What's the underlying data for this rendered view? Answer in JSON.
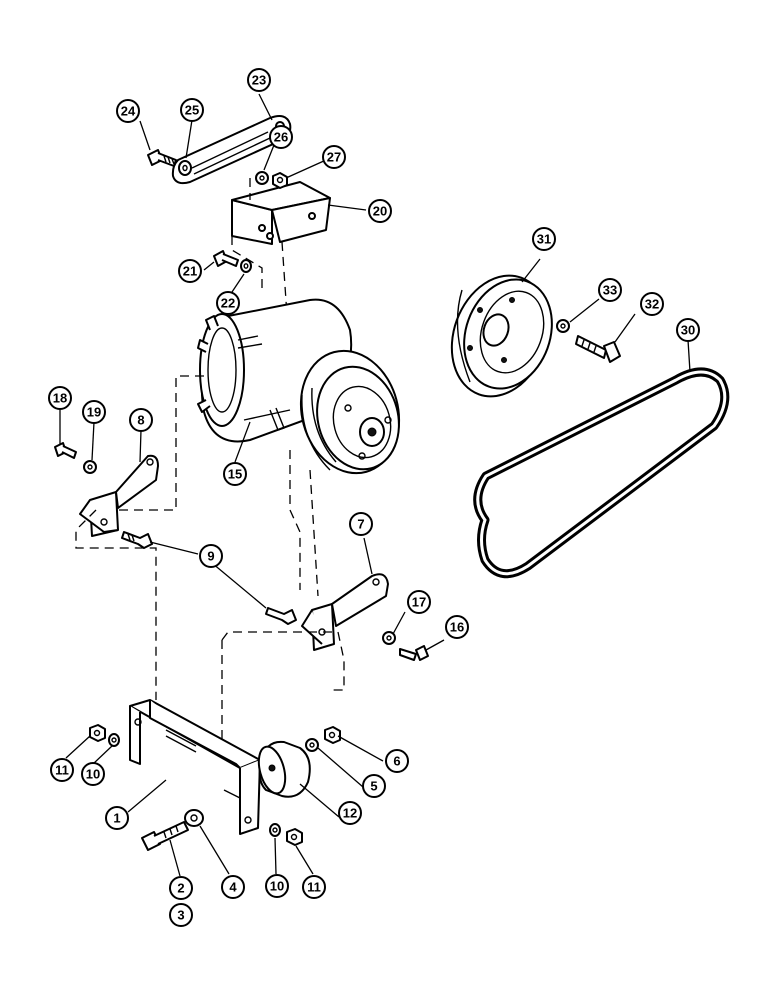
{
  "diagram": {
    "callouts": [
      {
        "id": "c24",
        "label": "24"
      },
      {
        "id": "c25",
        "label": "25"
      },
      {
        "id": "c23",
        "label": "23"
      },
      {
        "id": "c26",
        "label": "26"
      },
      {
        "id": "c27",
        "label": "27"
      },
      {
        "id": "c20",
        "label": "20"
      },
      {
        "id": "c21",
        "label": "21"
      },
      {
        "id": "c22",
        "label": "22"
      },
      {
        "id": "c31",
        "label": "31"
      },
      {
        "id": "c33",
        "label": "33"
      },
      {
        "id": "c32",
        "label": "32"
      },
      {
        "id": "c30",
        "label": "30"
      },
      {
        "id": "c18",
        "label": "18"
      },
      {
        "id": "c19",
        "label": "19"
      },
      {
        "id": "c8",
        "label": "8"
      },
      {
        "id": "c15",
        "label": "15"
      },
      {
        "id": "c9",
        "label": "9"
      },
      {
        "id": "c7",
        "label": "7"
      },
      {
        "id": "c17",
        "label": "17"
      },
      {
        "id": "c16",
        "label": "16"
      },
      {
        "id": "c6",
        "label": "6"
      },
      {
        "id": "c5",
        "label": "5"
      },
      {
        "id": "c11a",
        "label": "11"
      },
      {
        "id": "c10a",
        "label": "10"
      },
      {
        "id": "c1",
        "label": "1"
      },
      {
        "id": "c12",
        "label": "12"
      },
      {
        "id": "c2",
        "label": "2"
      },
      {
        "id": "c3",
        "label": "3"
      },
      {
        "id": "c4",
        "label": "4"
      },
      {
        "id": "c10b",
        "label": "10"
      },
      {
        "id": "c11b",
        "label": "11"
      }
    ]
  }
}
